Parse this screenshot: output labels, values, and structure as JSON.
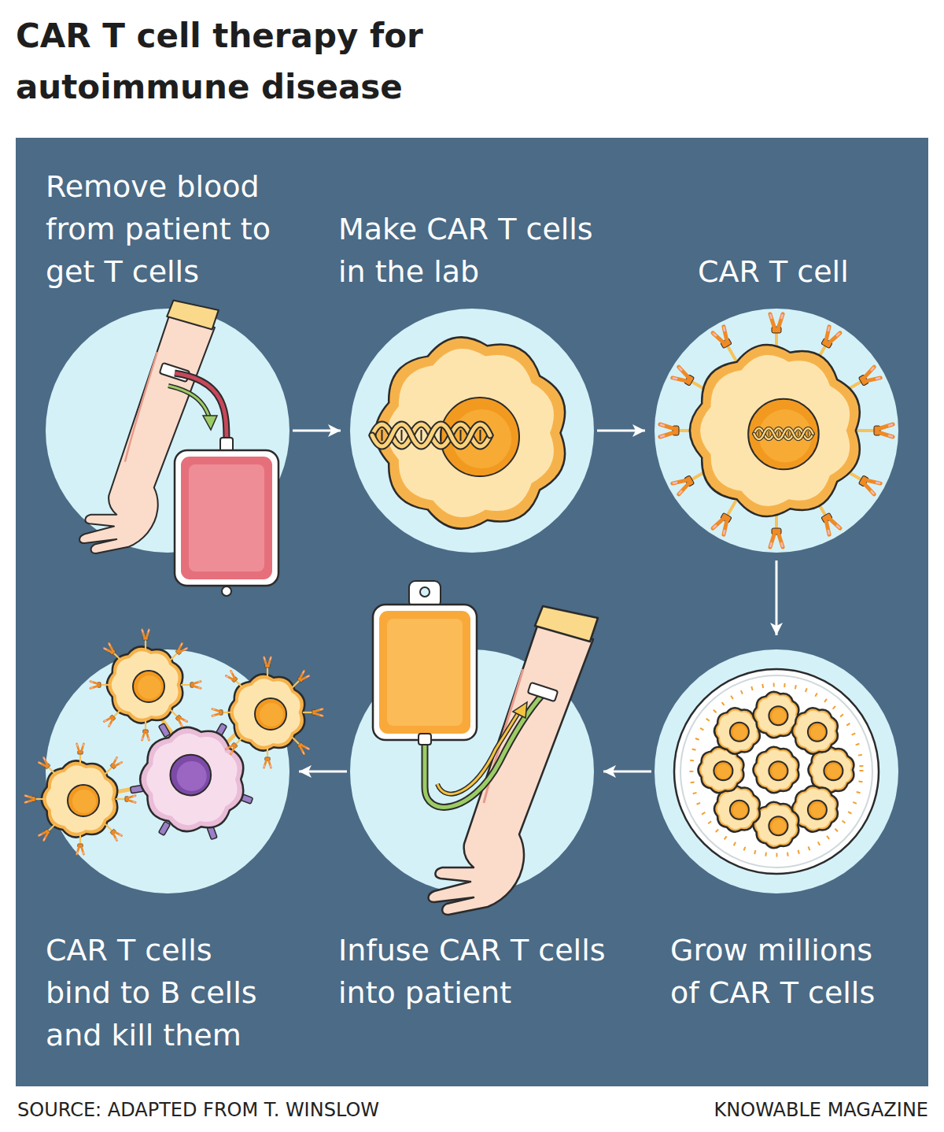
{
  "diagram": {
    "title": "CAR T cell therapy for autoimmune disease",
    "nodes": [
      {
        "text": [
          "Remove blood from patient to get T cells"
        ]
      },
      {
        "text": [
          "Make CAR T cells in the lab"
        ]
      },
      {
        "text": [
          "CAR T cell"
        ]
      },
      {
        "text": [
          "Grow millions of CAR T cells"
        ]
      },
      {
        "text": [
          "Infuse CAR T cells into patient"
        ]
      },
      {
        "text": [
          "CAR T cells bind to B cells and kill them"
        ]
      }
    ],
    "edges": [
      {
        "from": 0,
        "to": 1,
        "arrow": "to"
      },
      {
        "from": 1,
        "to": 2,
        "arrow": "to"
      },
      {
        "from": 2,
        "to": 3,
        "arrow": "to"
      },
      {
        "from": 3,
        "to": 4,
        "arrow": "to"
      },
      {
        "from": 4,
        "to": 5,
        "arrow": "to"
      }
    ],
    "labels": [
      "SOURCE: ADAPTED FROM T. WINSLOW",
      "KNOWABLE MAGAZINE"
    ]
  }
}
